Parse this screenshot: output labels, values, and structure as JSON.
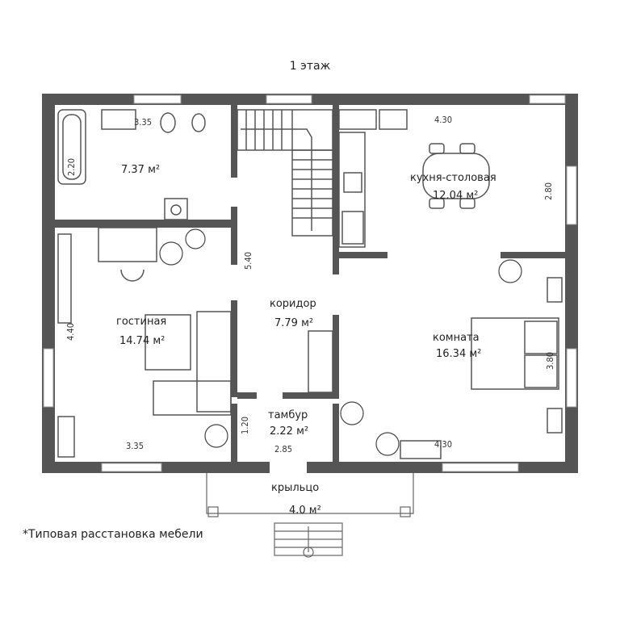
{
  "plan": {
    "floor_title": "1 этаж",
    "footnote": "*Типовая расстановка мебели",
    "rooms": {
      "bathroom": {
        "area": "7.37 м²"
      },
      "kitchen": {
        "name": "кухня-столовая",
        "area": "12.04 м²"
      },
      "living": {
        "name": "гостиная",
        "area": "14.74 м²"
      },
      "corridor": {
        "name": "коридор",
        "area": "7.79 м²"
      },
      "room": {
        "name": "комната",
        "area": "16.34 м²"
      },
      "vestibule": {
        "name": "тамбур",
        "area": "2.22 м²"
      },
      "porch": {
        "name": "крыльцо",
        "area": "4.0 м²"
      }
    },
    "dimensions": {
      "bath_width": "3.35",
      "bath_height": "2.20",
      "kitchen_width": "4.30",
      "kitchen_height": "2.80",
      "corridor_length": "5.40",
      "living_height": "4.40",
      "living_width": "3.35",
      "room_height": "3.80",
      "room_width": "4.30",
      "vestibule_height": "1.20",
      "vestibule_width": "2.85"
    }
  },
  "colors": {
    "wall": "#555555",
    "line": "#666666",
    "window": "#bbbbbb"
  }
}
